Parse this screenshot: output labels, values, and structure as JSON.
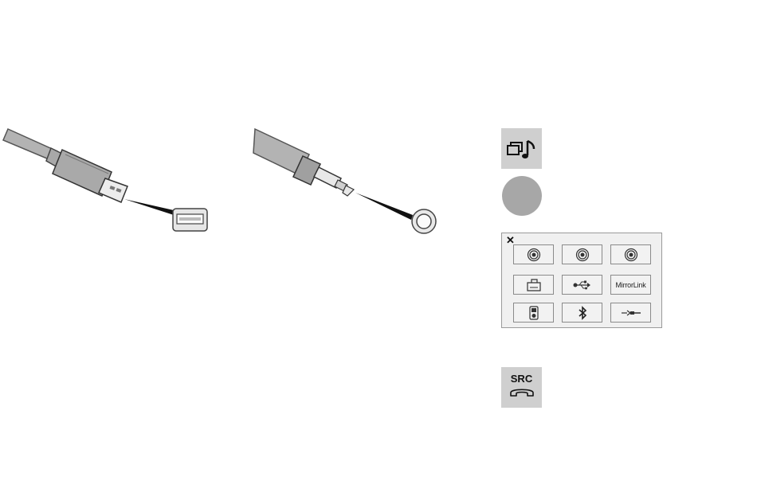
{
  "illustrations": {
    "usb": {
      "icon": "usb-cable-into-port"
    },
    "jack": {
      "icon": "audio-jack-into-socket"
    }
  },
  "controls": {
    "media_source_icon": "media-source-icon",
    "round_button": "round-button"
  },
  "source_panel": {
    "close_icon": "close-icon",
    "grid": [
      {
        "icon": "radio-icon"
      },
      {
        "icon": "radio-icon"
      },
      {
        "icon": "radio-icon"
      },
      {
        "icon": "sd-card-icon"
      },
      {
        "icon": "usb-icon"
      },
      {
        "label": "MirrorLink"
      },
      {
        "icon": "ipod-icon"
      },
      {
        "icon": "bluetooth-icon"
      },
      {
        "icon": "aux-jack-icon"
      }
    ]
  },
  "src_button": {
    "label": "SRC",
    "icon": "phone-handset-icon"
  },
  "colors": {
    "tile_gray": "#cfcfcf",
    "circle_gray": "#a7a7a7",
    "line": "#555555"
  }
}
